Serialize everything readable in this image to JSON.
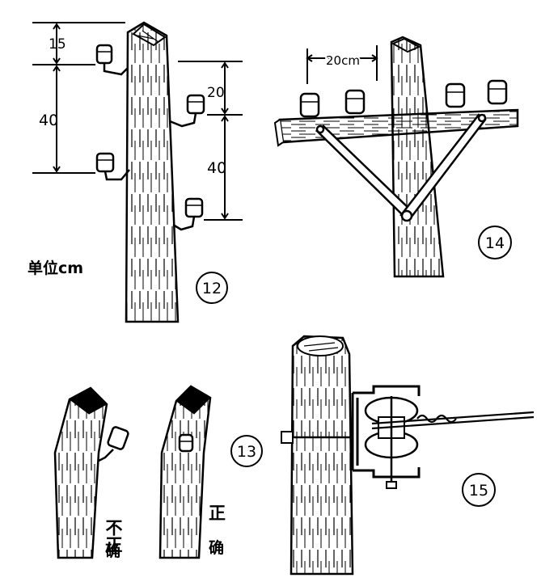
{
  "figure12": {
    "label": "12",
    "dim_top": "15",
    "dim_left": "40",
    "dim_right_top": "20",
    "dim_right": "40",
    "unit": "单位cm"
  },
  "figure13": {
    "label": "13",
    "wrong_line1": "不正",
    "wrong_line2": "确",
    "right_line1": "正",
    "right_line2": "确"
  },
  "figure14": {
    "label": "14",
    "spacing": "20cm"
  },
  "figure15": {
    "label": "15"
  },
  "colors": {
    "ink": "#000000",
    "paper": "#ffffff"
  }
}
